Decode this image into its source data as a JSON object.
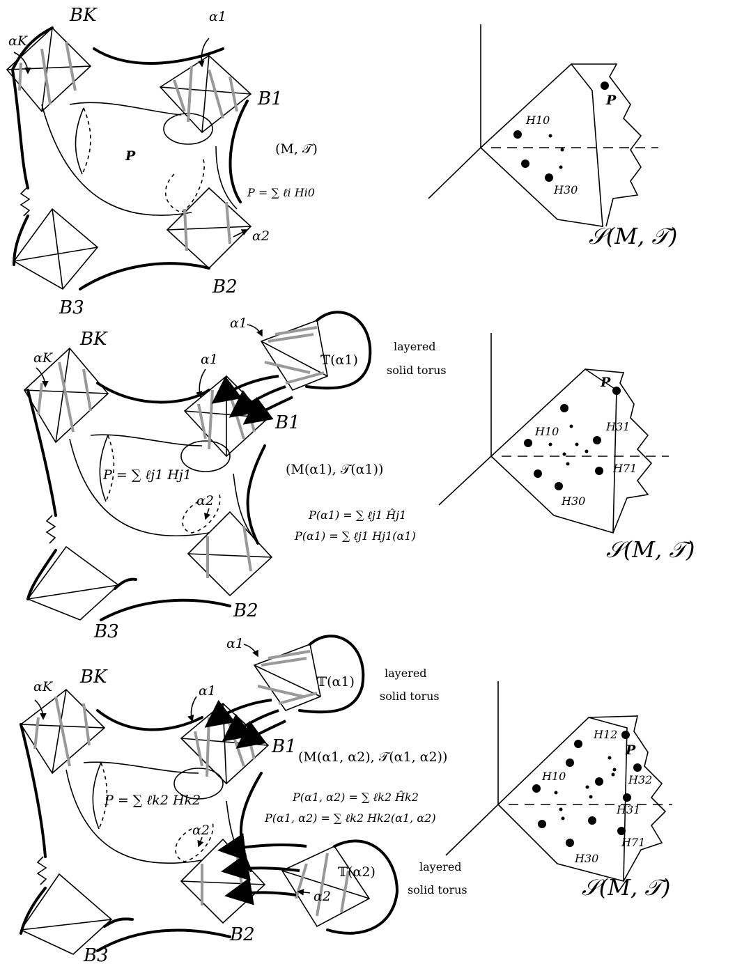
{
  "panel1": {
    "label_alphaK": "αK",
    "label_BK": "BK",
    "label_alpha1": "α1",
    "label_B1": "B1",
    "label_B2": "B2",
    "label_B3": "B3",
    "label_alpha2": "α2",
    "label_P_bold": "P",
    "label_manifold": "(M, 𝒯)",
    "label_sum": "P = ∑ ℓi Hi0",
    "state_P": "P",
    "state_H10": "H10",
    "state_H30": "H30",
    "state_title": "𝒮(M, 𝒯)"
  },
  "panel2": {
    "label_alphaK": "αK",
    "label_BK": "BK",
    "label_alpha1_top": "α1",
    "label_alpha1": "α1",
    "label_torus": "𝕋(α1)",
    "label_layered_1": "layered",
    "label_layered_2": "solid torus",
    "label_B1": "B1",
    "label_B2": "B2",
    "label_B3": "B3",
    "label_alpha2": "α2",
    "label_sum": "P = ∑ ℓj1 Hj1",
    "label_manifold": "(M(α1), 𝒯(α1))",
    "label_eq1": "P(α1) = ∑ ℓj1 Ĥj1",
    "label_eq2": "P(α1) = ∑ ℓj1 Hj1(α1)",
    "state_P": "P",
    "state_H10": "H10",
    "state_H31": "H31",
    "state_H71": "H71",
    "state_H30": "H30",
    "state_title": "𝒮(M, 𝒯)"
  },
  "panel3": {
    "label_alphaK": "αK",
    "label_BK": "BK",
    "label_alpha1_top": "α1",
    "label_alpha1": "α1",
    "label_torus1": "𝕋(α1)",
    "label_layered_1": "layered",
    "label_layered_2": "solid torus",
    "label_B1": "B1",
    "label_manifold": "(M(α1, α2), 𝒯(α1, α2))",
    "label_sum": "P = ∑ ℓk2 Hk2",
    "label_eq1": "P(α1, α2) = ∑ ℓk2 Ĥk2",
    "label_eq2": "P(α1, α2) = ∑ ℓk2 Hk2(α1, α2)",
    "label_alpha2": "α2",
    "label_alpha2_torus": "α2",
    "label_torus2": "𝕋(α2)",
    "label_layered2_1": "layered",
    "label_layered2_2": "solid torus",
    "label_B2": "B2",
    "label_B3": "B3",
    "state_H12": "H12",
    "state_P": "P",
    "state_H10": "H10",
    "state_H32": "H32",
    "state_H31": "H31",
    "state_H71": "H71",
    "state_H30": "H30",
    "state_title": "𝒮(M, 𝒯)"
  }
}
